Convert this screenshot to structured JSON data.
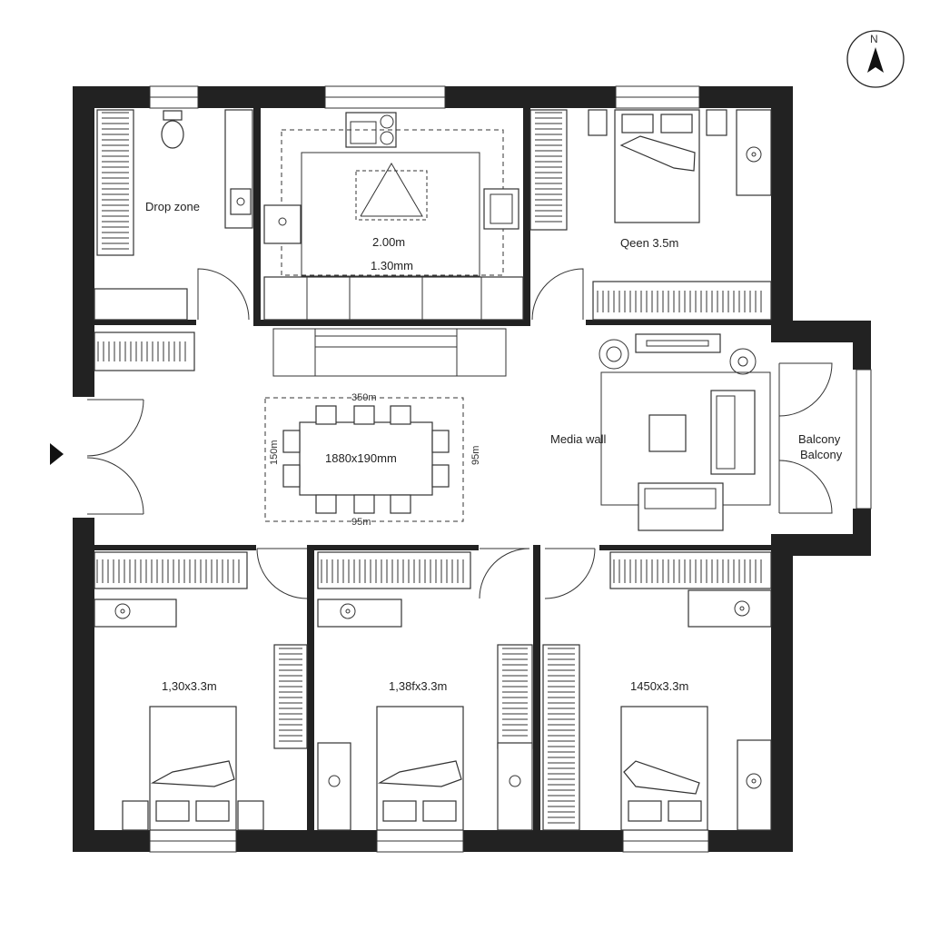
{
  "compass": {
    "label": "N"
  },
  "rooms": {
    "drop_zone": "Drop zone",
    "kitchen_dim_1": "2.00m",
    "kitchen_dim_2": "1.30mm",
    "master_bedroom": "Qeen 3.5m",
    "media_wall": "Media wall",
    "balcony_1": "Balcony",
    "balcony_2": "Balcony",
    "bedroom_1": "1,30x3.3m",
    "bedroom_2": "1,38fx3.3m",
    "bedroom_3": "1450x3.3m"
  },
  "dining": {
    "table_size": "1880x190mm",
    "top_dim": "350m",
    "bottom_dim": "95m",
    "left_dim": "150m",
    "right_dim": "95m"
  }
}
